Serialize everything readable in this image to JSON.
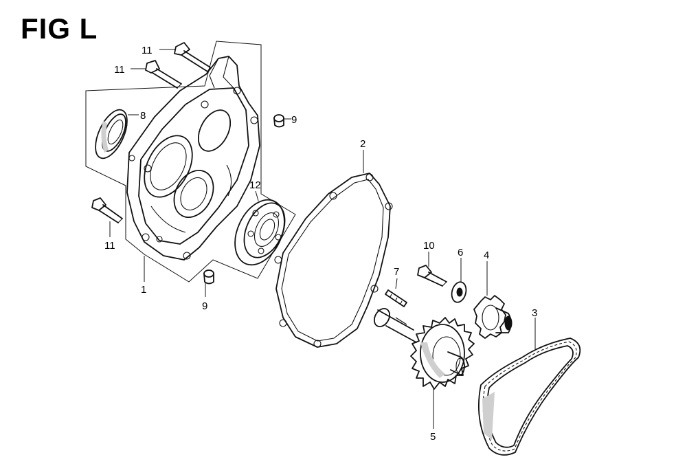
{
  "figure": {
    "title": "FIG L"
  },
  "callouts": [
    {
      "id": "c-11a",
      "text": "11"
    },
    {
      "id": "c-11b",
      "text": "11"
    },
    {
      "id": "c-8",
      "text": "8"
    },
    {
      "id": "c-9a",
      "text": "9"
    },
    {
      "id": "c-2",
      "text": "2"
    },
    {
      "id": "c-12",
      "text": "12"
    },
    {
      "id": "c-11c",
      "text": "11"
    },
    {
      "id": "c-1",
      "text": "1"
    },
    {
      "id": "c-9b",
      "text": "9"
    },
    {
      "id": "c-10",
      "text": "10"
    },
    {
      "id": "c-6",
      "text": "6"
    },
    {
      "id": "c-4",
      "text": "4"
    },
    {
      "id": "c-7",
      "text": "7"
    },
    {
      "id": "c-3",
      "text": "3"
    },
    {
      "id": "c-5",
      "text": "5"
    }
  ]
}
